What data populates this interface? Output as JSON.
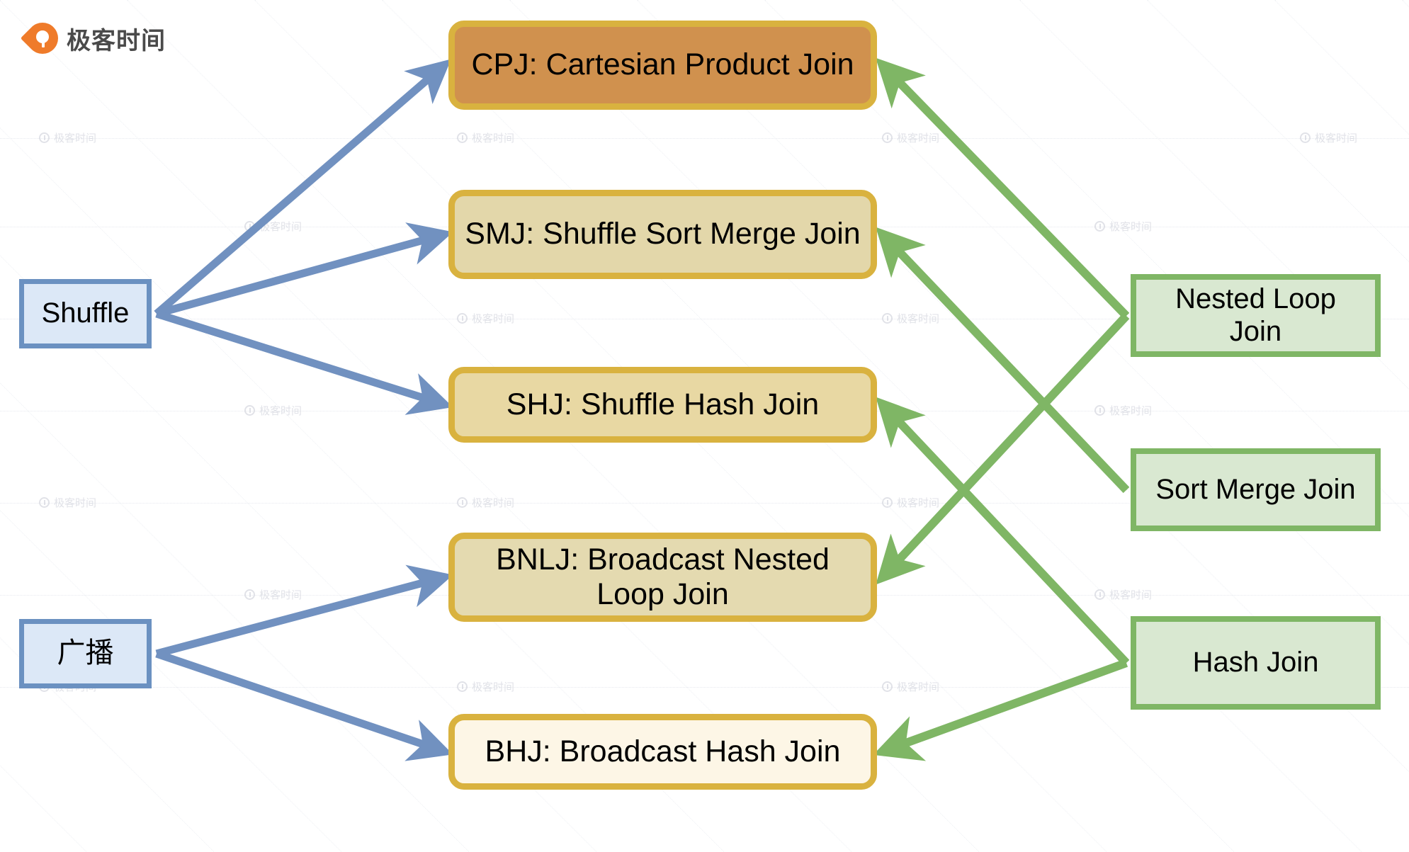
{
  "brand": {
    "logo_text": "极客时间",
    "logo_icon": "geektime-pin-icon",
    "watermark_text": "极客时间"
  },
  "colors": {
    "blue_fill": "#DCE8F7",
    "blue_border": "#6B91C1",
    "blue_arrow": "#7191C0",
    "green_fill": "#D9E8D1",
    "green_border": "#7FB665",
    "green_arrow": "#7FB665",
    "gold_border": "#D9B23F",
    "cpj_fill": "#D0914E",
    "smj_fill": "#E3D7AA",
    "shj_fill": "#E8D8A3",
    "bnlj_fill": "#E4DAB0",
    "bhj_fill": "#FDF6E6",
    "text": "#000000"
  },
  "diagram": {
    "type": "flow-mapping",
    "left_nodes": [
      {
        "id": "shuffle",
        "label": "Shuffle",
        "kind": "blue"
      },
      {
        "id": "broadcast",
        "label": "广播",
        "kind": "blue"
      }
    ],
    "center_nodes": [
      {
        "id": "cpj",
        "label": "CPJ: Cartesian Product Join",
        "kind": "tan"
      },
      {
        "id": "smj",
        "label": "SMJ: Shuffle Sort Merge Join",
        "kind": "tan"
      },
      {
        "id": "shj",
        "label": "SHJ: Shuffle Hash Join",
        "kind": "tan"
      },
      {
        "id": "bnlj",
        "label": "BNLJ: Broadcast Nested Loop Join",
        "kind": "tan"
      },
      {
        "id": "bhj",
        "label": "BHJ: Broadcast Hash Join",
        "kind": "tan"
      }
    ],
    "right_nodes": [
      {
        "id": "nlj",
        "label": "Nested Loop Join",
        "kind": "green"
      },
      {
        "id": "smj_r",
        "label": "Sort Merge Join",
        "kind": "green"
      },
      {
        "id": "hj",
        "label": "Hash Join",
        "kind": "green"
      }
    ],
    "edges": [
      {
        "from": "shuffle",
        "to": "cpj",
        "color": "blue"
      },
      {
        "from": "shuffle",
        "to": "smj",
        "color": "blue"
      },
      {
        "from": "shuffle",
        "to": "shj",
        "color": "blue"
      },
      {
        "from": "broadcast",
        "to": "bnlj",
        "color": "blue"
      },
      {
        "from": "broadcast",
        "to": "bhj",
        "color": "blue"
      },
      {
        "from": "nlj",
        "to": "cpj",
        "color": "green"
      },
      {
        "from": "nlj",
        "to": "bnlj",
        "color": "green"
      },
      {
        "from": "smj_r",
        "to": "smj",
        "color": "green"
      },
      {
        "from": "hj",
        "to": "shj",
        "color": "green"
      },
      {
        "from": "hj",
        "to": "bhj",
        "color": "green"
      }
    ]
  }
}
